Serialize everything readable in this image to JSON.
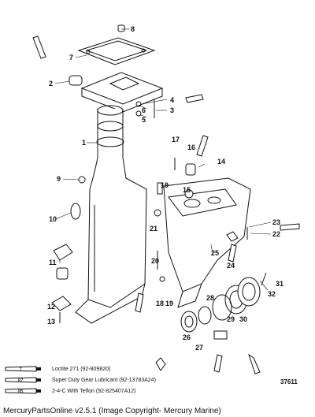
{
  "callouts": [
    "1",
    "2",
    "3",
    "4",
    "5",
    "6",
    "7",
    "8",
    "9",
    "10",
    "11",
    "12",
    "13",
    "14",
    "15",
    "16",
    "17",
    "18",
    "19",
    "20",
    "21",
    "22",
    "23",
    "24",
    "25",
    "26",
    "27",
    "28",
    "29",
    "30",
    "31",
    "32"
  ],
  "legend": [
    {
      "code": "7",
      "text": "Loctite 271 (92-809820)"
    },
    {
      "code": "87",
      "text": "Super Duty Gear Lubricant (92-13783A24)"
    },
    {
      "code": "95",
      "text": "2-4-C With Teflon (92-825407A12)"
    }
  ],
  "catalog_number": "37611",
  "footer": "MercuryPartsOnline v2.5.1 (Image Copyright- Mercury Marine)"
}
